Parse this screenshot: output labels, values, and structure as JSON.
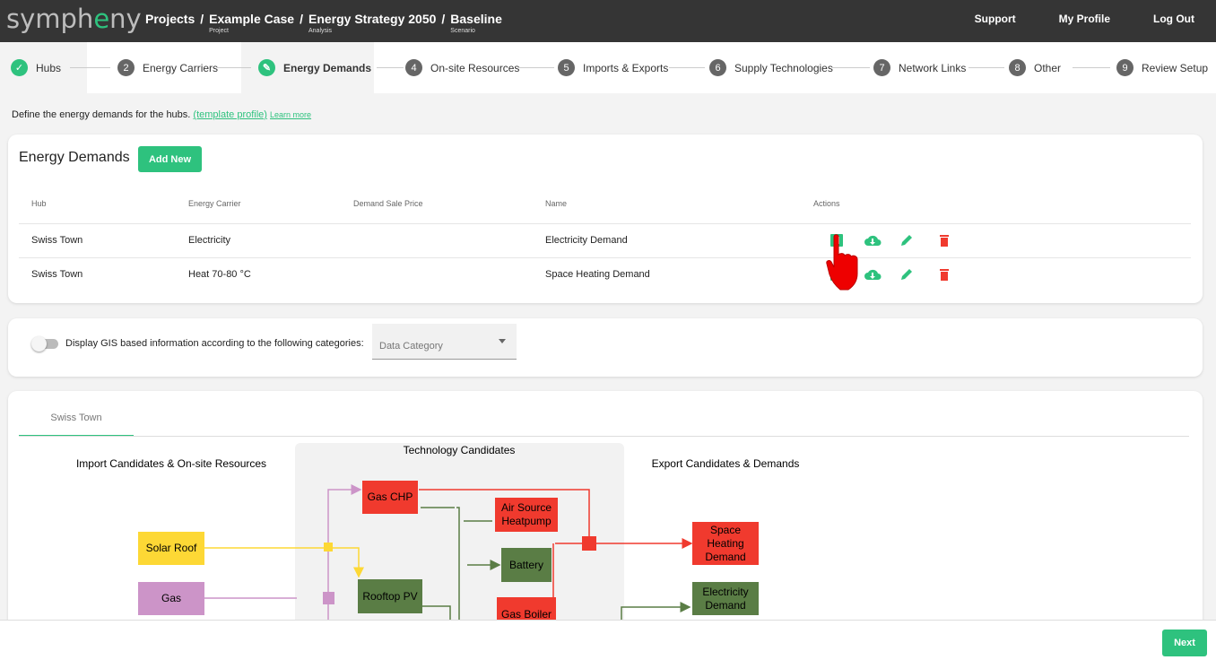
{
  "header": {
    "logo": "sympheny",
    "crumbs": [
      {
        "label": "Projects"
      },
      {
        "label": "Example Case",
        "sub": "Project"
      },
      {
        "label": "Energy Strategy 2050",
        "sub": "Analysis"
      },
      {
        "label": "Baseline",
        "sub": "Scenario"
      }
    ],
    "links": [
      "Support",
      "My Profile",
      "Log Out"
    ]
  },
  "steps": [
    {
      "n": "✓",
      "label": "Hubs",
      "state": "done"
    },
    {
      "n": "2",
      "label": "Energy Carriers"
    },
    {
      "n": "✎",
      "label": "Energy Demands",
      "state": "active"
    },
    {
      "n": "4",
      "label": "On-site Resources"
    },
    {
      "n": "5",
      "label": "Imports & Exports"
    },
    {
      "n": "6",
      "label": "Supply Technologies"
    },
    {
      "n": "7",
      "label": "Network Links"
    },
    {
      "n": "8",
      "label": "Other"
    },
    {
      "n": "9",
      "label": "Review Setup"
    }
  ],
  "intro": {
    "text": "Define the energy demands for the hubs.",
    "template_link": "(template profile)",
    "learn_more": "Learn more"
  },
  "demands": {
    "title": "Energy Demands",
    "add_label": "Add New",
    "columns": [
      "Hub",
      "Energy Carrier",
      "Demand Sale Price",
      "Name",
      "Actions"
    ],
    "rows": [
      {
        "hub": "Swiss Town",
        "carrier": "Electricity",
        "price": "",
        "name": "Electricity Demand"
      },
      {
        "hub": "Swiss Town",
        "carrier": "Heat 70-80 °C",
        "price": "",
        "name": "Space Heating Demand"
      }
    ],
    "actions": [
      "chart-icon",
      "cloud-download-icon",
      "pencil-icon",
      "trash-icon"
    ]
  },
  "gis": {
    "label": "Display GIS based information according to the following categories:",
    "enabled": false,
    "select_placeholder": "Data Category"
  },
  "diagram": {
    "tab": "Swiss Town",
    "sections": {
      "imports": "Import Candidates & On-site Resources",
      "tech": "Technology Candidates",
      "exports": "Export Candidates & Demands"
    },
    "nodes": {
      "solar": "Solar Roof",
      "gas": "Gas",
      "chp": "Gas CHP",
      "pv": "Rooftop PV",
      "ashp1": "Air Source",
      "ashp2": "Heatpump",
      "battery": "Battery",
      "boiler": "Gas Boiler",
      "shd1": "Space",
      "shd2": "Heating",
      "shd3": "Demand",
      "ed1": "Electricity",
      "ed2": "Demand"
    },
    "colors": {
      "heat": "#f03a2e",
      "electricity": "#5a7d45",
      "solar": "#fdd835",
      "gas": "#cc94c8"
    }
  },
  "footer": {
    "next_label": "Next"
  }
}
